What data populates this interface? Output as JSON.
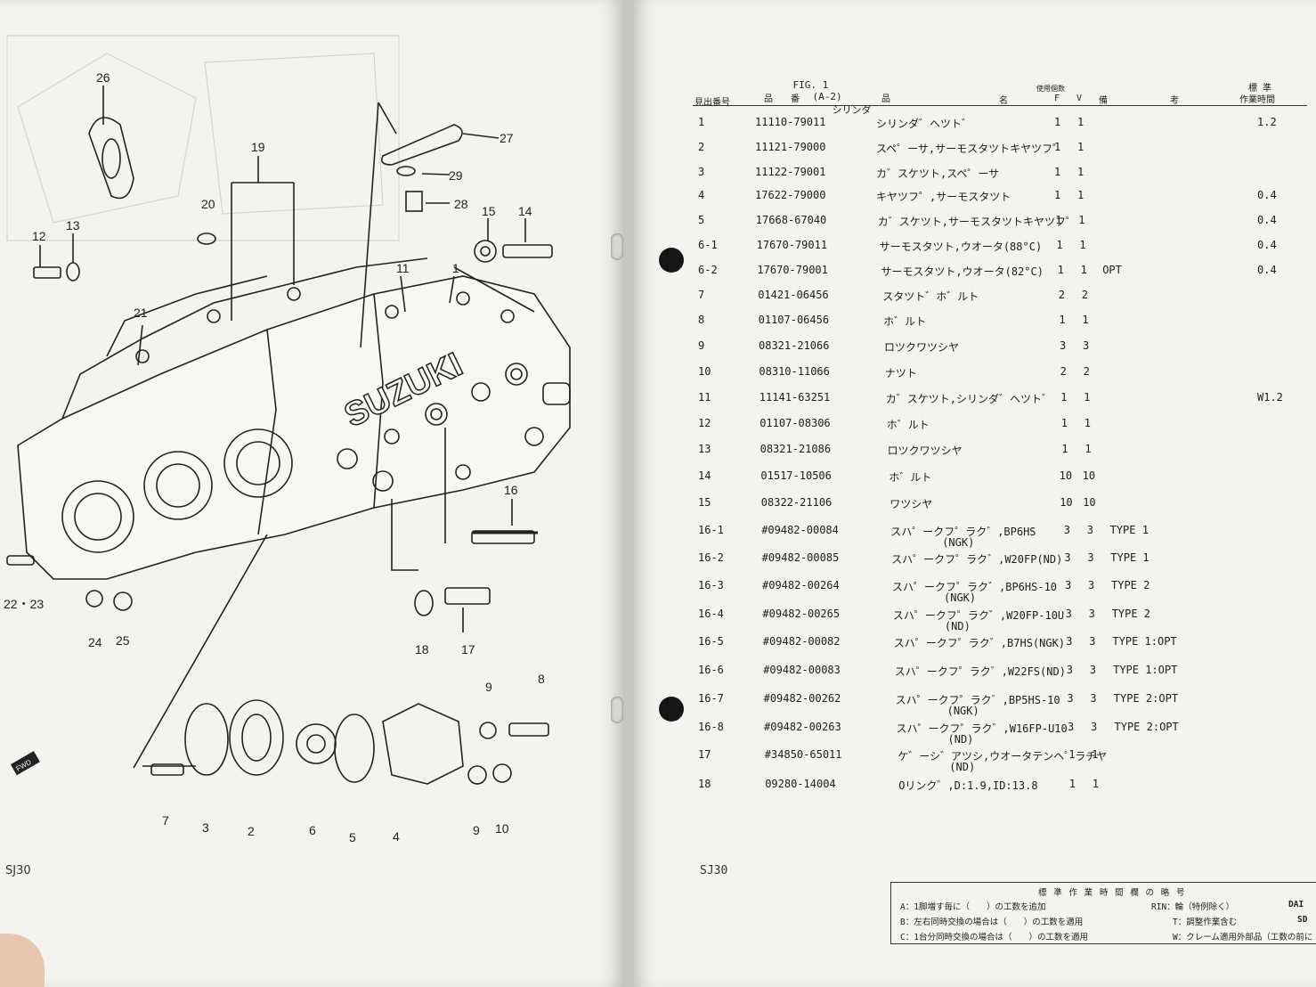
{
  "left_page": {
    "footer_code": "SJ30",
    "fwd_label": "FWD",
    "callouts": [
      "26",
      "27",
      "19",
      "29",
      "28",
      "20",
      "13",
      "12",
      "15",
      "14",
      "11",
      "1",
      "21",
      "16",
      "22・23",
      "24",
      "25",
      "18",
      "17",
      "9",
      "8",
      "7",
      "3",
      "2",
      "6",
      "5",
      "4",
      "9",
      "10"
    ],
    "logo_text": "SUZUKI"
  },
  "right_page": {
    "header": {
      "fig": "FIG. 1",
      "code": "(A-2)",
      "title": "シリンダ"
    },
    "columns": {
      "ref": "見出番号",
      "part_no": "品　　番",
      "name_left": "品",
      "name_right": "名",
      "qty": "使用個数",
      "f": "F",
      "v": "V",
      "remark_left": "備",
      "remark_right": "考",
      "std_time_1": "標 準",
      "std_time_2": "作業時間"
    },
    "rows": [
      {
        "ref": "1",
        "part": "11110-79011",
        "name": "シリンダ゛ヘツト゛",
        "sub": "",
        "f": "1",
        "v": "1",
        "remark": "",
        "time": "1.2"
      },
      {
        "ref": "2",
        "part": "11121-79000",
        "name": "スペ゜ーサ,サーモスタツトキヤツフ゜",
        "sub": "",
        "f": "1",
        "v": "1",
        "remark": "",
        "time": ""
      },
      {
        "ref": "3",
        "part": "11122-79001",
        "name": "カ゛スケツト,スペ゜ーサ",
        "sub": "",
        "f": "1",
        "v": "1",
        "remark": "",
        "time": ""
      },
      {
        "ref": "4",
        "part": "17622-79000",
        "name": "キヤツフ゜,サーモスタツト",
        "sub": "",
        "f": "1",
        "v": "1",
        "remark": "",
        "time": "0.4"
      },
      {
        "ref": "5",
        "part": "17668-67040",
        "name": "カ゛スケツト,サーモスタツトキヤツフ゜",
        "sub": "",
        "f": "1",
        "v": "1",
        "remark": "",
        "time": "0.4"
      },
      {
        "ref": "6-1",
        "part": "17670-79011",
        "name": "サーモスタツト,ウオータ(88°C)",
        "sub": "",
        "f": "1",
        "v": "1",
        "remark": "",
        "time": "0.4"
      },
      {
        "ref": "6-2",
        "part": "17670-79001",
        "name": "サーモスタツト,ウオータ(82°C)",
        "sub": "",
        "f": "1",
        "v": "1",
        "remark": "OPT",
        "time": "0.4"
      },
      {
        "ref": "7",
        "part": "01421-06456",
        "name": "スタツト゛ホ゛ルト",
        "sub": "",
        "f": "2",
        "v": "2",
        "remark": "",
        "time": ""
      },
      {
        "ref": "8",
        "part": "01107-06456",
        "name": "ホ゛ルト",
        "sub": "",
        "f": "1",
        "v": "1",
        "remark": "",
        "time": ""
      },
      {
        "ref": "9",
        "part": "08321-21066",
        "name": "ロツクワツシヤ",
        "sub": "",
        "f": "3",
        "v": "3",
        "remark": "",
        "time": ""
      },
      {
        "ref": "10",
        "part": "08310-11066",
        "name": "ナツト",
        "sub": "",
        "f": "2",
        "v": "2",
        "remark": "",
        "time": ""
      },
      {
        "ref": "11",
        "part": "11141-63251",
        "name": "カ゛スケツト,シリンダ゛ヘツト゛",
        "sub": "",
        "f": "1",
        "v": "1",
        "remark": "",
        "time": "W1.2"
      },
      {
        "ref": "12",
        "part": "01107-08306",
        "name": "ホ゛ルト",
        "sub": "",
        "f": "1",
        "v": "1",
        "remark": "",
        "time": ""
      },
      {
        "ref": "13",
        "part": "08321-21086",
        "name": "ロツクワツシヤ",
        "sub": "",
        "f": "1",
        "v": "1",
        "remark": "",
        "time": ""
      },
      {
        "ref": "14",
        "part": "01517-10506",
        "name": "ホ゛ルト",
        "sub": "",
        "f": "10",
        "v": "10",
        "remark": "",
        "time": ""
      },
      {
        "ref": "15",
        "part": "08322-21106",
        "name": "ワツシヤ",
        "sub": "",
        "f": "10",
        "v": "10",
        "remark": "",
        "time": ""
      },
      {
        "ref": "16-1",
        "part": "#09482-00084",
        "name": "スハ゜ークフ゜ラク゛,BP6HS",
        "sub": "(NGK)",
        "f": "3",
        "v": "3",
        "remark": "TYPE 1",
        "time": ""
      },
      {
        "ref": "16-2",
        "part": "#09482-00085",
        "name": "スハ゜ークフ゜ラク゛,W20FP(ND)",
        "sub": "",
        "f": "3",
        "v": "3",
        "remark": "TYPE 1",
        "time": ""
      },
      {
        "ref": "16-3",
        "part": "#09482-00264",
        "name": "スハ゜ークフ゜ラク゛,BP6HS-10",
        "sub": "(NGK)",
        "f": "3",
        "v": "3",
        "remark": "TYPE 2",
        "time": ""
      },
      {
        "ref": "16-4",
        "part": "#09482-00265",
        "name": "スハ゜ークフ゜ラク゛,W20FP-10U",
        "sub": "(ND)",
        "f": "3",
        "v": "3",
        "remark": "TYPE 2",
        "time": ""
      },
      {
        "ref": "16-5",
        "part": "#09482-00082",
        "name": "スハ゜ークフ゜ラク゛,B7HS(NGK)",
        "sub": "",
        "f": "3",
        "v": "3",
        "remark": "TYPE 1:OPT",
        "time": ""
      },
      {
        "ref": "16-6",
        "part": "#09482-00083",
        "name": "スハ゜ークフ゜ラク゛,W22FS(ND)",
        "sub": "",
        "f": "3",
        "v": "3",
        "remark": "TYPE 1:OPT",
        "time": ""
      },
      {
        "ref": "16-7",
        "part": "#09482-00262",
        "name": "スハ゜ークフ゜ラク゛,BP5HS-10",
        "sub": "(NGK)",
        "f": "3",
        "v": "3",
        "remark": "TYPE 2:OPT",
        "time": ""
      },
      {
        "ref": "16-8",
        "part": "#09482-00263",
        "name": "スハ゜ークフ゜ラク゛,W16FP-U10",
        "sub": "(ND)",
        "f": "3",
        "v": "3",
        "remark": "TYPE 2:OPT",
        "time": ""
      },
      {
        "ref": "17",
        "part": "#34850-65011",
        "name": "ケ゛ーシ゛アツシ,ウオータテンヘ゜ラチヤ",
        "sub": "(ND)",
        "f": "1",
        "v": "1",
        "remark": "",
        "time": ""
      },
      {
        "ref": "18",
        "part": "09280-14004",
        "name": "Oリンク゛,D:1.9,ID:13.8",
        "sub": "",
        "f": "1",
        "v": "1",
        "remark": "",
        "time": ""
      }
    ],
    "footer_code": "SJ30",
    "legend": {
      "title": "標 準 作 業 時 間 欄 の 略 号",
      "a": "A：1脚増す毎に（　　）の工数を追加",
      "b": "B：左右同時交換の場合は（　　）の工数を適用",
      "c": "C：1台分同時交換の場合は（　　）の工数を適用",
      "rin": "RIN：輪（特例除く）",
      "t": "T：調整作業含む",
      "w": "W：クレーム適用外部品（工数の前に",
      "dai": "DAI",
      "sd": "SD"
    }
  }
}
